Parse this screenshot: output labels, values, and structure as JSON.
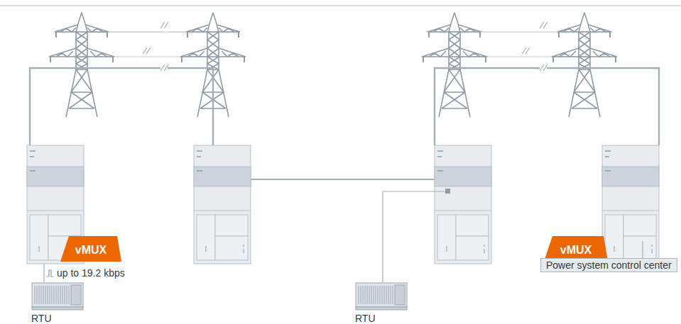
{
  "diagram": {
    "nodes": [
      {
        "text": [
          "vMUX"
        ]
      },
      {
        "text": [
          "vMUX"
        ]
      },
      {
        "text": [
          "Power system control center"
        ]
      },
      {
        "text": [
          "RTU"
        ]
      },
      {
        "text": [
          "RTU"
        ]
      }
    ],
    "labels": [
      "up to 19.2 kbps"
    ]
  }
}
